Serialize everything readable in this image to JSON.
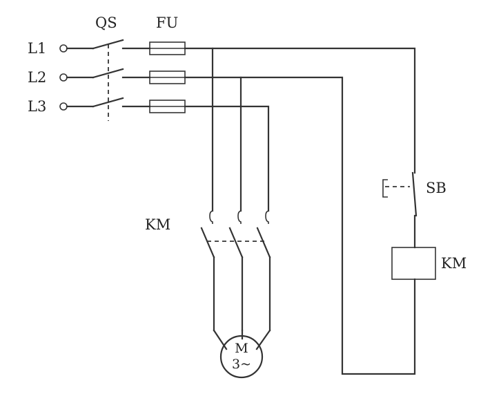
{
  "labels": {
    "qs": "QS",
    "fu": "FU",
    "l1": "L1",
    "l2": "L2",
    "l3": "L3",
    "km_contacts": "KM",
    "sb": "SB",
    "km_coil": "KM"
  },
  "motor": {
    "line1": "M",
    "line2": "3~"
  }
}
